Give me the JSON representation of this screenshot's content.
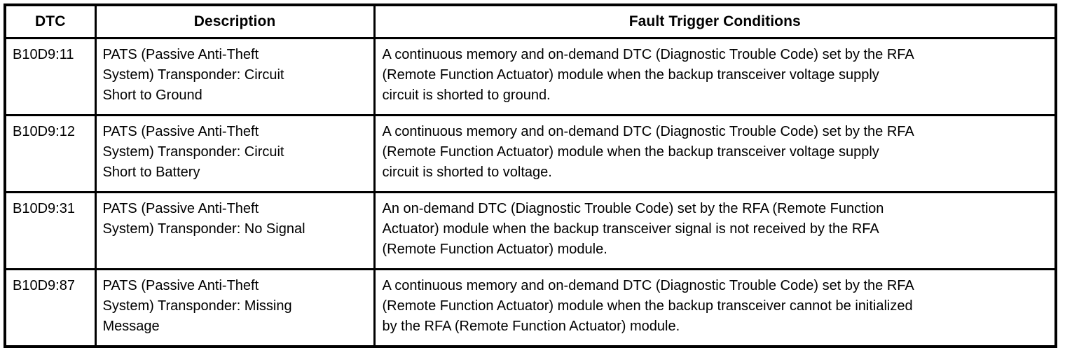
{
  "table": {
    "caption": "",
    "columns": [
      {
        "key": "dtc",
        "label": "DTC"
      },
      {
        "key": "description",
        "label": "Description"
      },
      {
        "key": "fault_trigger_conditions",
        "label": "Fault Trigger Conditions"
      }
    ],
    "rows": [
      {
        "dtc": "B10D9:11",
        "description": "PATS (Passive Anti-Theft\nSystem) Transponder: Circuit\nShort to Ground",
        "fault_trigger_conditions": "A continuous memory and on-demand DTC (Diagnostic Trouble Code) set by the RFA\n(Remote Function Actuator) module when the backup transceiver voltage supply\ncircuit is shorted to ground."
      },
      {
        "dtc": "B10D9:12",
        "description": "PATS (Passive Anti-Theft\nSystem) Transponder: Circuit\nShort to Battery",
        "fault_trigger_conditions": "A continuous memory and on-demand DTC (Diagnostic Trouble Code) set by the RFA\n(Remote Function Actuator) module when the backup transceiver voltage supply\ncircuit is shorted to voltage."
      },
      {
        "dtc": "B10D9:31",
        "description": "PATS (Passive Anti-Theft\nSystem) Transponder: No Signal",
        "fault_trigger_conditions": "An on-demand DTC (Diagnostic Trouble Code) set by the RFA (Remote Function\nActuator) module when the backup transceiver signal is not received by the RFA\n(Remote Function Actuator) module."
      },
      {
        "dtc": "B10D9:87",
        "description": "PATS (Passive Anti-Theft\nSystem) Transponder: Missing\nMessage",
        "fault_trigger_conditions": "A continuous memory and on-demand DTC (Diagnostic Trouble Code) set by the RFA\n(Remote Function Actuator) module when the backup transceiver cannot be initialized\nby the RFA (Remote Function Actuator) module."
      }
    ]
  },
  "colors": {
    "text": "#000000",
    "background": "#ffffff",
    "border": "#000000"
  }
}
